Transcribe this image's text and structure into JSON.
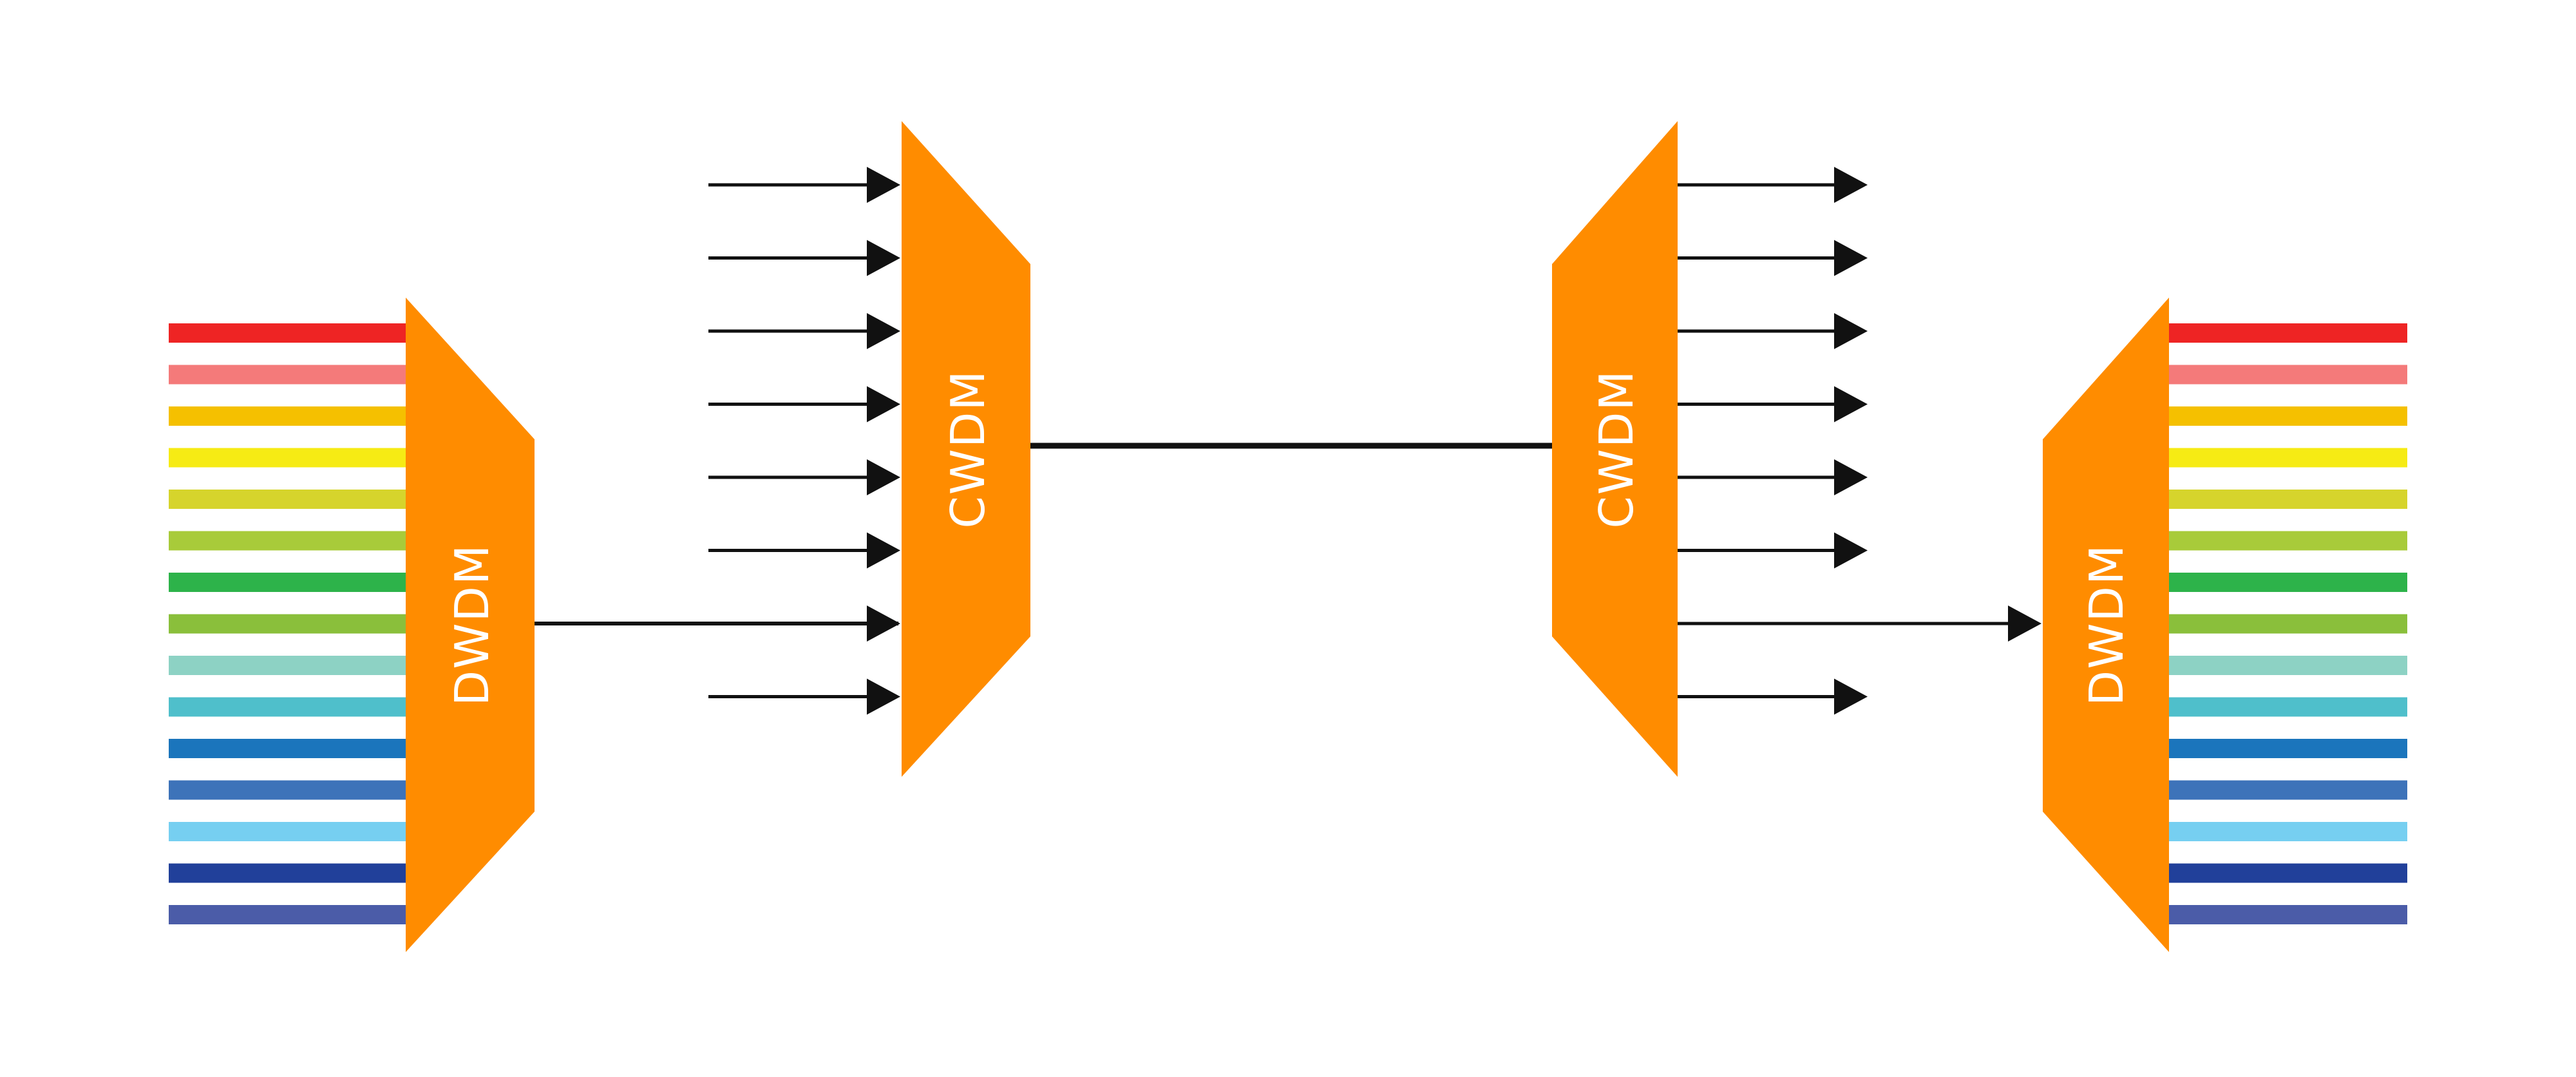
{
  "blocks": {
    "dwdm_left": {
      "label": "DWDM"
    },
    "cwdm_left": {
      "label": "CWDM"
    },
    "cwdm_right": {
      "label": "CWDM"
    },
    "dwdm_right": {
      "label": "DWDM"
    }
  },
  "colors": {
    "block_fill": "#FF8C00",
    "line": "#111111",
    "label": "#ffffff"
  },
  "wavelength_channels": [
    {
      "name": "red",
      "color": "#EE2424"
    },
    {
      "name": "light-red",
      "color": "#F47A7A"
    },
    {
      "name": "orange-yellow",
      "color": "#F5C000"
    },
    {
      "name": "yellow",
      "color": "#F6EB14"
    },
    {
      "name": "olive-yellow",
      "color": "#D6D42C"
    },
    {
      "name": "yellow-green",
      "color": "#A8CB3A"
    },
    {
      "name": "green",
      "color": "#2DB34A"
    },
    {
      "name": "light-green",
      "color": "#8ABF3B"
    },
    {
      "name": "mint",
      "color": "#8DD2C4"
    },
    {
      "name": "teal",
      "color": "#4FBFCB"
    },
    {
      "name": "blue",
      "color": "#1B75BC"
    },
    {
      "name": "steel-blue",
      "color": "#3D73B9"
    },
    {
      "name": "sky-blue",
      "color": "#76CFF1"
    },
    {
      "name": "navy",
      "color": "#21409A"
    },
    {
      "name": "slate-blue",
      "color": "#4B5CA8"
    }
  ],
  "cwdm_channels": 8,
  "dwdm_feed_channel_index": 6
}
